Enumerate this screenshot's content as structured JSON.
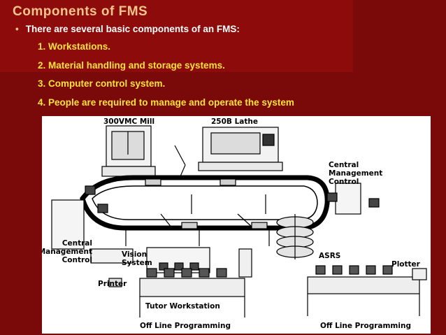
{
  "slide": {
    "title": "Components of FMS",
    "bullet": "There are several basic components of an FMS:",
    "items": [
      "1.  Workstations.",
      "2.  Material handling and storage systems.",
      "3.  Computer control system.",
      "4.  People are required to manage and operate the system"
    ]
  },
  "figure": {
    "labels": {
      "vmc_mill": "300VMC Mill",
      "lathe": "250B Lathe",
      "central_mgmt_right": "Central\nManagement\nControl",
      "central_mgmt_left": "Central\nManagement\nControl",
      "vision_system": "Vision\nSystem",
      "asrs": "ASRS",
      "plotter": "Plotter",
      "printer": "Printer",
      "tutor_workstation": "Tutor Workstation",
      "offline_left": "Off Line Programming",
      "offline_right": "Off Line Programming"
    }
  },
  "colors": {
    "background": "#7a0a0a",
    "title": "#f4c48a",
    "list_text": "#ffe23a",
    "bullet_text": "#ffffff"
  }
}
